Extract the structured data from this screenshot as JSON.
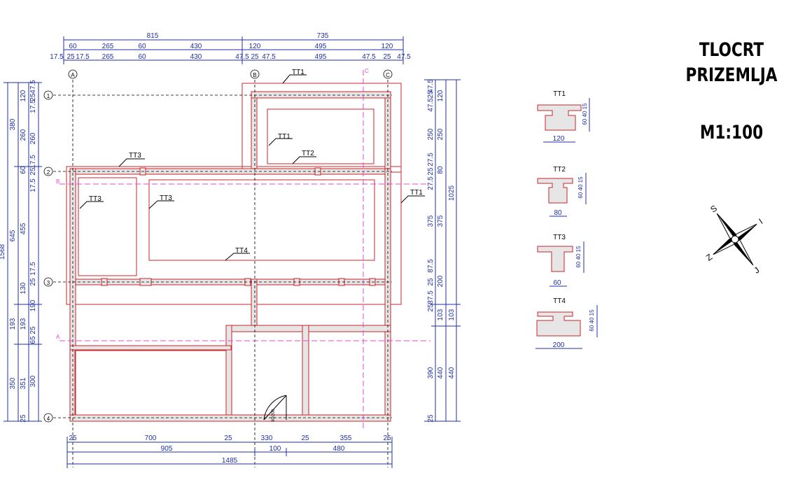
{
  "title": {
    "line1": "TLOCRT",
    "line2": "PRIZEMLJA",
    "scale": "M1:100"
  },
  "grid_axes": {
    "columns": [
      "A",
      "B",
      "C"
    ],
    "rows": [
      "1",
      "2",
      "3",
      "4"
    ]
  },
  "section_markers": {
    "a": "A",
    "b": "B",
    "c": "C"
  },
  "top_dimensions": {
    "row1": [
      "815",
      "735"
    ],
    "row2": [
      "60",
      "265",
      "60",
      "430",
      "120",
      "495",
      "120"
    ],
    "row3": [
      "17.5",
      "25",
      "17.5",
      "265",
      "60",
      "430",
      "47.5",
      "25",
      "47.5",
      "495",
      "47.5",
      "25",
      "47.5"
    ]
  },
  "left_dimensions": {
    "outer": [
      "1568"
    ],
    "second": [
      "380",
      "645",
      "193",
      "350"
    ],
    "third": [
      "120",
      "260",
      "60",
      "455",
      "130",
      "193",
      "351",
      "25"
    ],
    "fourth": [
      "47.5",
      "25",
      "17.5",
      "260",
      "17.5",
      "25",
      "17.5",
      "17.5",
      "25",
      "190",
      "25",
      "65",
      "300"
    ]
  },
  "right_dimensions": {
    "inner": [
      "47.5",
      "25",
      "47.5",
      "250",
      "27.5",
      "25",
      "27.5",
      "375",
      "87.5",
      "25",
      "87.5",
      "25",
      "390",
      "25"
    ],
    "mid": [
      "120",
      "250",
      "80",
      "375",
      "200",
      "103",
      "440"
    ],
    "outer": [
      "1025",
      "103",
      "440"
    ]
  },
  "bottom_dimensions": {
    "row1": [
      "25",
      "700",
      "25",
      "330",
      "25",
      "355",
      "25"
    ],
    "row2": [
      "905",
      "100",
      "480"
    ],
    "row3": [
      "1485"
    ]
  },
  "plan_labels": [
    "TT1",
    "TT1",
    "TT2",
    "TT3",
    "TT3",
    "TT3",
    "TT4",
    "TT1"
  ],
  "door_label": "90/200",
  "sections": [
    {
      "name": "TT1",
      "width": "120",
      "heights": "60 40 15"
    },
    {
      "name": "TT2",
      "width": "80",
      "heights": "60 40 15"
    },
    {
      "name": "TT3",
      "width": "60",
      "heights": "60 40 15"
    },
    {
      "name": "TT4",
      "width": "200",
      "heights": "60 40 15"
    }
  ],
  "compass_letters": [
    "S",
    "I",
    "J",
    "Z"
  ],
  "colors": {
    "dimension": "#1f2fa6",
    "outline": "#d3262d",
    "cutline": "#e04bd0",
    "fill": "#e6e6e6"
  }
}
